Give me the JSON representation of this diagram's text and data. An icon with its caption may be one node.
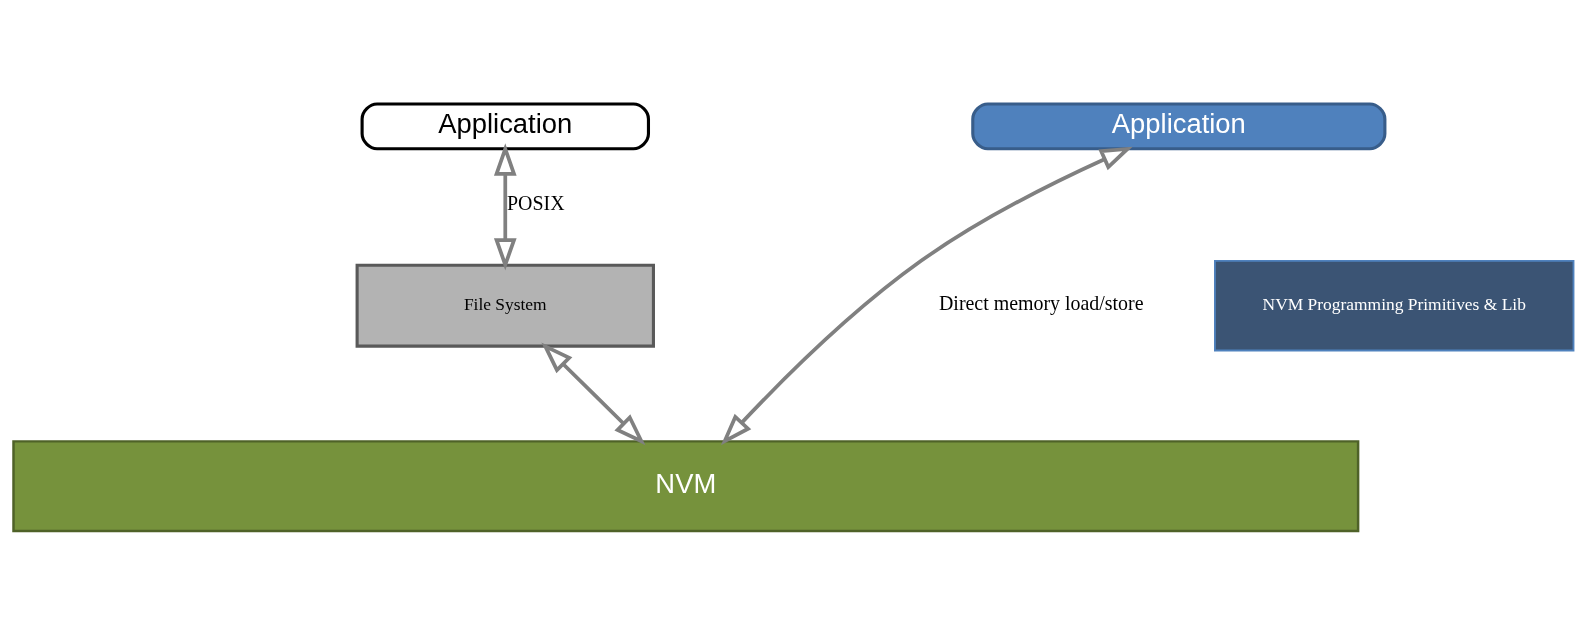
{
  "diagram": {
    "nodes": [
      {
        "text": [
          "Application"
        ]
      },
      {
        "text": [
          "File System"
        ]
      },
      {
        "text": [
          "NVM"
        ]
      },
      {
        "text": [
          "Application"
        ]
      },
      {
        "text": [
          "NVM Programming Primitives & Lib"
        ]
      }
    ],
    "edges": [
      {
        "from": 0,
        "to": 1,
        "arrow": "both",
        "label": "POSIX"
      },
      {
        "from": 1,
        "to": 2,
        "arrow": "both"
      },
      {
        "from": 3,
        "to": 2,
        "arrow": "both",
        "label": "Direct memory load/store"
      }
    ]
  }
}
